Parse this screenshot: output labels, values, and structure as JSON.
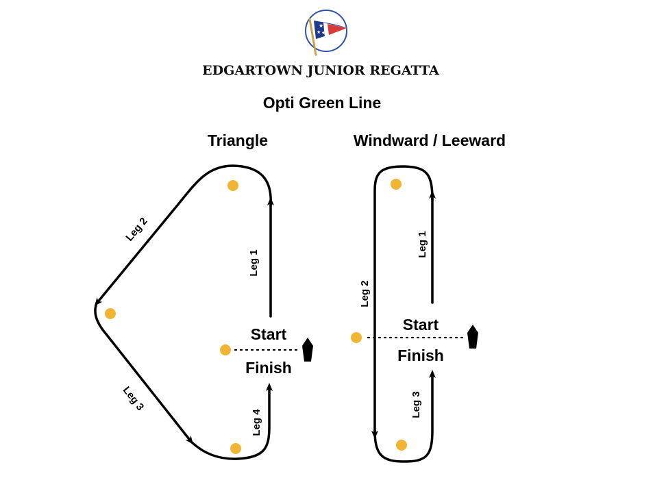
{
  "header": {
    "org_name": "EDGARTOWN JUNIOR REGATTA",
    "subtitle": "Opti Green Line",
    "logo_icon": "burgee-flag-icon",
    "logo_colors": {
      "ring": "#3050b0",
      "blue": "#1f3a8f",
      "red": "#d83a3a",
      "white": "#ffffff",
      "pole": "#c8a24a"
    }
  },
  "colors": {
    "mark": "#f2b435",
    "route": "#000000"
  },
  "triangle": {
    "title": "Triangle",
    "start": "Start",
    "finish": "Finish",
    "legs": [
      "Leg 1",
      "Leg 2",
      "Leg 3",
      "Leg 4"
    ]
  },
  "windward_leeward": {
    "title": "Windward / Leeward",
    "start": "Start",
    "finish": "Finish",
    "legs": [
      "Leg 1",
      "Leg 2",
      "Leg 3"
    ]
  }
}
